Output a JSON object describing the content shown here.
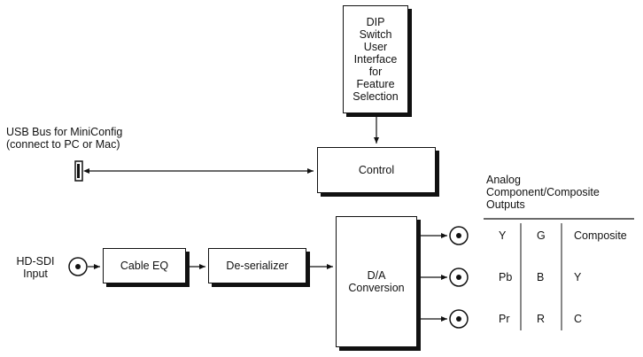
{
  "blocks": {
    "dip_switch": [
      "DIP",
      "Switch",
      "User",
      "Interface",
      "for",
      "Feature",
      "Selection"
    ],
    "control": "Control",
    "cable_eq": "Cable EQ",
    "deserializer": "De-serializer",
    "dac": [
      "D/A",
      "Conversion"
    ]
  },
  "labels": {
    "usb_bus": [
      "USB Bus for MiniConfig",
      "(connect to PC or Mac)"
    ],
    "hd_sdi_input": [
      "HD-SDI",
      "Input"
    ],
    "analog_outputs": [
      "Analog",
      "Component/Composite",
      "Outputs"
    ]
  },
  "output_table": [
    [
      "Y",
      "G",
      "Composite"
    ],
    [
      "Pb",
      "B",
      "Y"
    ],
    [
      "Pr",
      "R",
      "C"
    ]
  ]
}
